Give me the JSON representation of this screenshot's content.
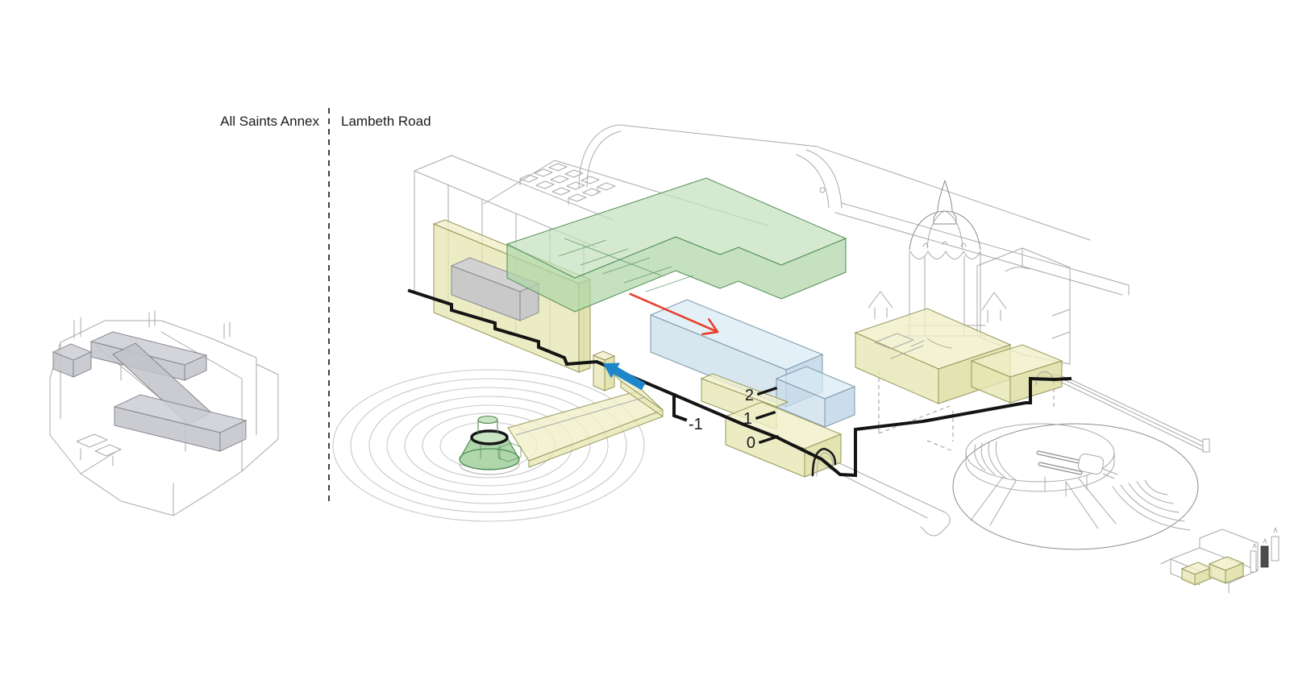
{
  "labels": {
    "left_area": "All Saints Annex",
    "right_area": "Lambeth Road"
  },
  "levels": [
    {
      "label": "2"
    },
    {
      "label": "1"
    },
    {
      "label": "0"
    },
    {
      "label": "-1"
    }
  ],
  "arrows": [
    {
      "name": "red-flow-arrow",
      "color": "#e8402c"
    },
    {
      "name": "blue-flow-arrow",
      "color": "#1e87ca"
    }
  ],
  "colors": {
    "bg": "#ffffff",
    "ink": "#1a1a1a",
    "line_light": "#a9a9a9",
    "line_mid": "#8c8c8c",
    "datum": "#141414",
    "green_light": "#c3e1bd",
    "green_mid": "#aed6a8",
    "green_strong": "#9ccd96",
    "green_edge": "#4f8c55",
    "yellow_light": "#eff0c8",
    "yellow_mid": "#e6e7b2",
    "yellow_dark": "#dcdd9e",
    "yellow_edge": "#97985c",
    "blue_light": "#d9e9f3",
    "blue_mid": "#c7dcea",
    "blue_dark": "#b5d0e2",
    "blue_edge": "#7d98ab",
    "gray_light": "#cdced3",
    "gray_mid": "#c2c3c9",
    "gray_edge": "#7e7f85",
    "ripple": "#c9c9c9",
    "arrow_red": "#e8402c",
    "arrow_blue": "#1e87ca"
  }
}
